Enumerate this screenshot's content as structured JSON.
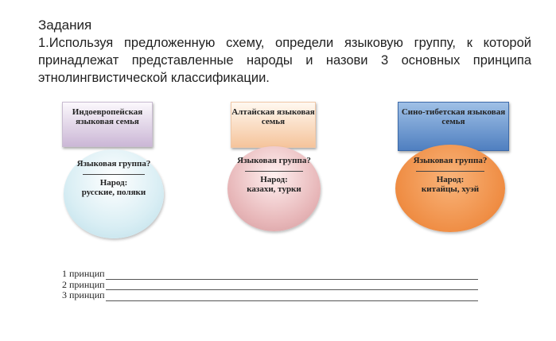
{
  "heading": "Задания",
  "task_text": "1.Используя предложенную схему, определи языковую группу, к которой принадлежат представленные народы и назови 3 основных принципа этнолингвистической классификации.",
  "families": [
    {
      "name": "Индоевропейская языковая семья",
      "question": "Языковая группа?",
      "people_label": "Народ:",
      "people": "русские, поляки"
    },
    {
      "name": "Алтайская языковая семья",
      "question": "Языковая группа?",
      "people_label": "Народ:",
      "people": "казахи, турки"
    },
    {
      "name": "Сино-тибетская языковая семья",
      "question": "Языковая группа?",
      "people_label": "Народ:",
      "people": "китайцы, хуэй"
    }
  ],
  "principles": [
    "1 принцип",
    "2 принцип",
    "3 принцип"
  ]
}
